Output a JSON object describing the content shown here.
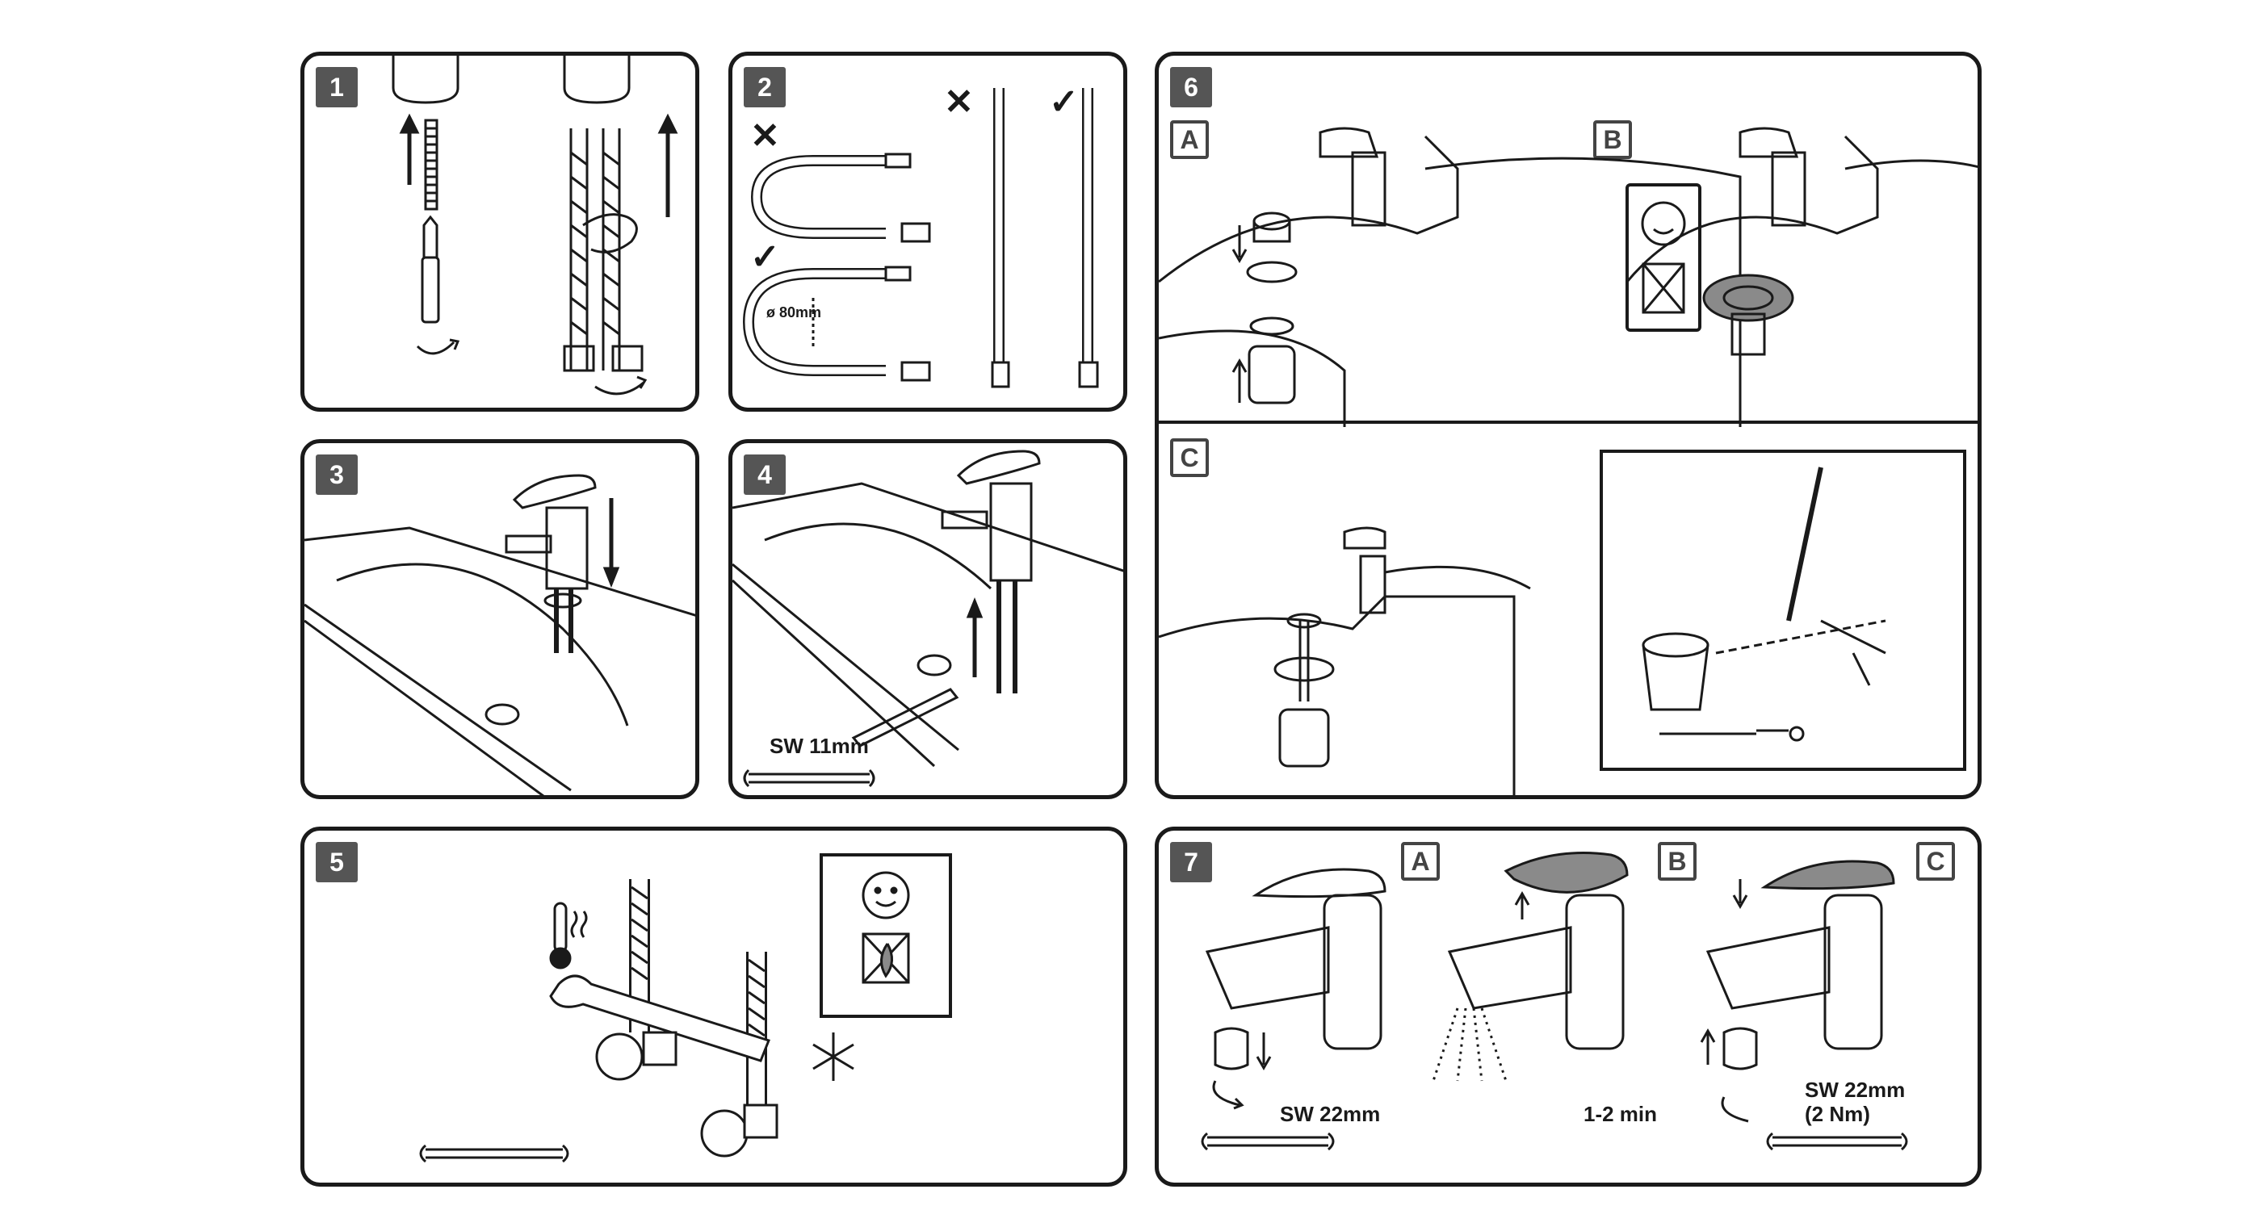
{
  "steps": {
    "s1": "1",
    "s2": "2",
    "s3": "3",
    "s4": "4",
    "s5": "5",
    "s6": "6",
    "s7": "7"
  },
  "step2": {
    "diameter_label": "ø 80mm",
    "wrong_mark": "✕",
    "right_mark": "✓"
  },
  "step4": {
    "wrench_label": "SW 11mm"
  },
  "step6": {
    "sub_a": "A",
    "sub_b": "B",
    "sub_c": "C"
  },
  "step7": {
    "sub_a": "A",
    "sub_b": "B",
    "sub_c": "C",
    "label_a": "SW 22mm",
    "label_b": "1-2 min",
    "label_c_line1": "SW 22mm",
    "label_c_line2": "(2 Nm)"
  },
  "icons": [
    "smiley-icon",
    "no-flame-icon",
    "thermometer-icon",
    "snowflake-icon",
    "wrench-icon",
    "screwdriver-icon"
  ],
  "colors": {
    "line": "#1a1a1a",
    "badge": "#555555",
    "shade": "#8a8a8a"
  }
}
